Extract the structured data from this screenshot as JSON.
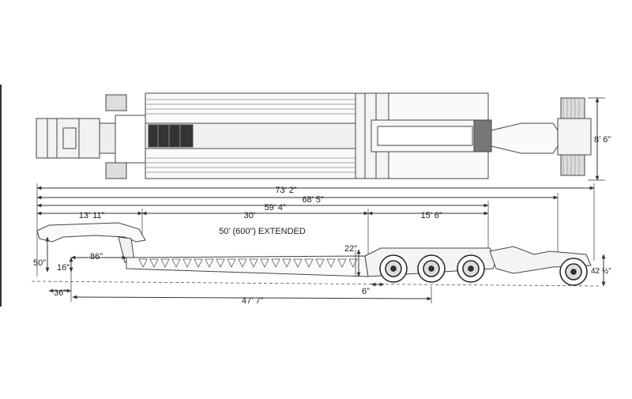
{
  "diagram": {
    "dimensions": {
      "overall_length": "73’ 2”",
      "length_68": "68’ 5”",
      "length_59": "59’ 4”",
      "gooseneck_length": "13’ 11”",
      "deck_length": "30’",
      "rear_length": "15’ 6”",
      "extended_note": "50’ (600”) EXTENDED",
      "width": "8’ 6”",
      "rear_height": "22”",
      "deck_dim_86": "86”",
      "height_50": "50”",
      "height_16": "16”",
      "dim_36": "36”",
      "dim_47": "47’ 7”",
      "dim_6": "6”",
      "dolly_height": "42 ½”"
    }
  }
}
